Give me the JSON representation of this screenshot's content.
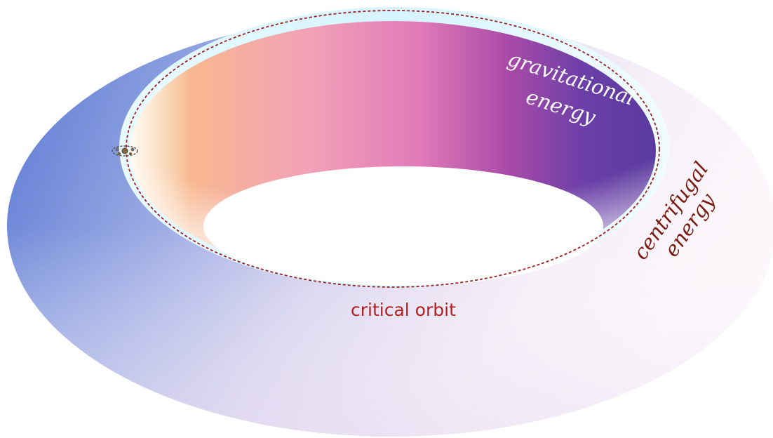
{
  "diagram": {
    "labels": {
      "gravitational_line1": "gravitational",
      "gravitational_line2": "energy",
      "centrifugal_line1": "centrifugal",
      "centrifugal_line2": "energy",
      "critical_orbit": "critical orbit"
    },
    "colors": {
      "outer_left": "#5b7ad6",
      "outer_right": "#f7f4fb",
      "inner_warm": "#f8c08a",
      "inner_pink": "#e88cc0",
      "inner_magenta": "#b14aa8",
      "inner_purple": "#5a3a9e",
      "orbit_line": "#a01e1e",
      "gravitational_text": "#ffffff",
      "centrifugal_text": "#7a1a10",
      "critical_orbit_text": "#b02020"
    },
    "icons": [
      "spacecraft-icon"
    ]
  }
}
